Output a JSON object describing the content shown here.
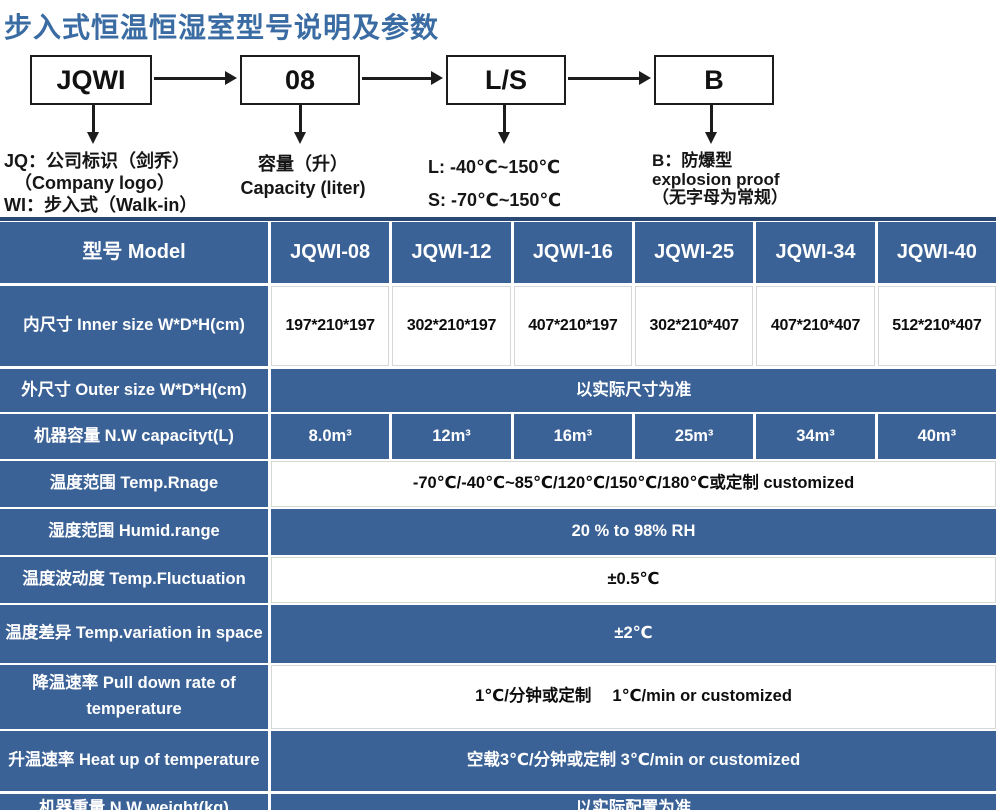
{
  "page_title": "步入式恒温恒湿室型号说明及参数",
  "flow": {
    "boxes": [
      "JQWI",
      "08",
      "L/S",
      "B"
    ],
    "notes": {
      "jqwi_line1": "JQ：公司标识（剑乔）",
      "jqwi_line2": "（Company logo）",
      "jqwi_line3": "WI：步入式（Walk-in）",
      "capacity_line1": "容量（升）",
      "capacity_line2": "Capacity (liter)",
      "ls_line1": "L: -40℃~150℃",
      "ls_line2": "S: -70℃~150℃",
      "b_line1": "B：防爆型",
      "b_line2": "explosion proof",
      "b_line3": "（无字母为常规）"
    }
  },
  "table": {
    "header": {
      "label": "型号 Model",
      "models": [
        "JQWI-08",
        "JQWI-12",
        "JQWI-16",
        "JQWI-25",
        "JQWI-34",
        "JQWI-40"
      ]
    },
    "rows": [
      {
        "label": "内尺寸 Inner size W*D*H(cm)",
        "values": [
          "197*210*197",
          "302*210*197",
          "407*210*197",
          "302*210*407",
          "407*210*407",
          "512*210*407"
        ]
      },
      {
        "label": "外尺寸 Outer size W*D*H(cm)",
        "value": "以实际尺寸为准"
      },
      {
        "label": "机器容量 N.W capacityt(L)",
        "values": [
          "8.0m³",
          "12m³",
          "16m³",
          "25m³",
          "34m³",
          "40m³"
        ]
      },
      {
        "label": "温度范围 Temp.Rnage",
        "value": "-70℃/-40℃~85℃/120℃/150℃/180℃或定制 customized"
      },
      {
        "label": "湿度范围 Humid.range",
        "value": "20 % to 98% RH"
      },
      {
        "label": "温度波动度 Temp.Fluctuation",
        "value": "±0.5℃"
      },
      {
        "label": "温度差异 Temp.variation in space",
        "value": "±2℃"
      },
      {
        "label": "降温速率 Pull down rate of temperature",
        "value": "1℃/分钟或定制　 1℃/min or customized"
      },
      {
        "label": "升温速率 Heat up of temperature",
        "value": "空载3℃/分钟或定制 3℃/min or customized"
      },
      {
        "label": "机器重量 N.W weight(kg)",
        "value": "以实际配置为准"
      }
    ]
  },
  "colors": {
    "accent_blue": "#3b6296",
    "title_blue": "#3a6ca3",
    "table_top_border": "#2a4a75"
  }
}
